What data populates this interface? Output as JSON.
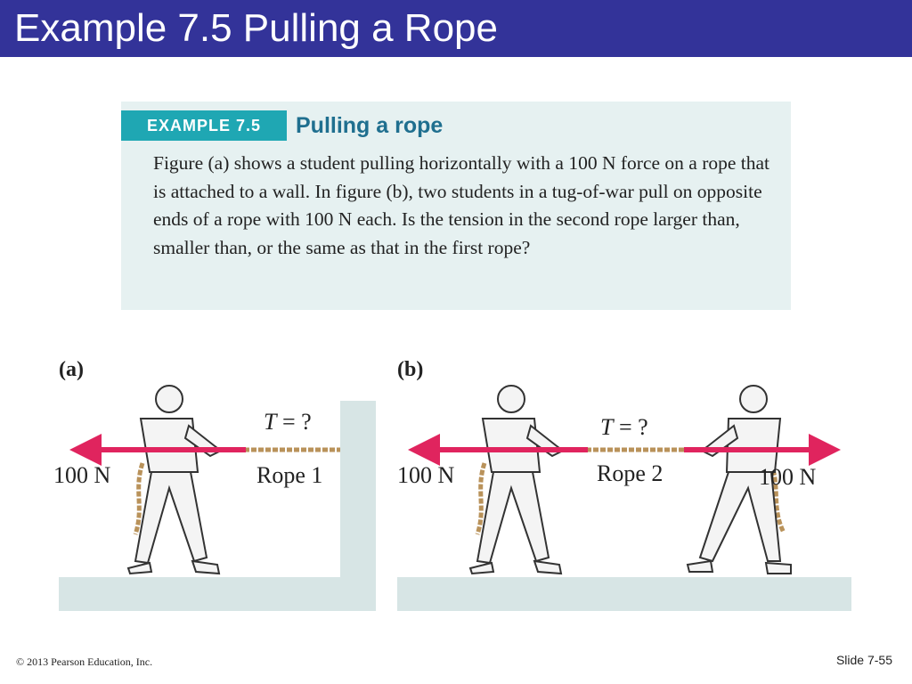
{
  "slide": {
    "title": "Example 7.5 Pulling a Rope",
    "copyright": "© 2013 Pearson Education, Inc.",
    "slide_number": "Slide 7-55"
  },
  "example": {
    "label": "EXAMPLE 7.5",
    "heading": "Pulling a rope",
    "body": "Figure (a) shows a student pulling horizontally with a 100 N force on a rope that is attached to a wall. In figure (b), two students in a tug-of-war pull on opposite ends of a rope with 100 N each. Is the tension in the second rope larger than, smaller than, or the same as that in the first rope?"
  },
  "figure": {
    "a": {
      "label": "(a)",
      "tension_var": "T",
      "tension_rest": " = ?",
      "rope_label": "Rope 1",
      "force_label": "100 N"
    },
    "b": {
      "label": "(b)",
      "tension_var": "T",
      "tension_rest": " = ?",
      "rope_label": "Rope 2",
      "force_left_label": "100 N",
      "force_right_label": "100 N"
    }
  },
  "colors": {
    "title_bar": "#333399",
    "example_label_bg": "#1fa7b3",
    "example_box_bg": "#e6f1f1",
    "force_arrow": "#e0245e",
    "rope": "#b9925a"
  }
}
